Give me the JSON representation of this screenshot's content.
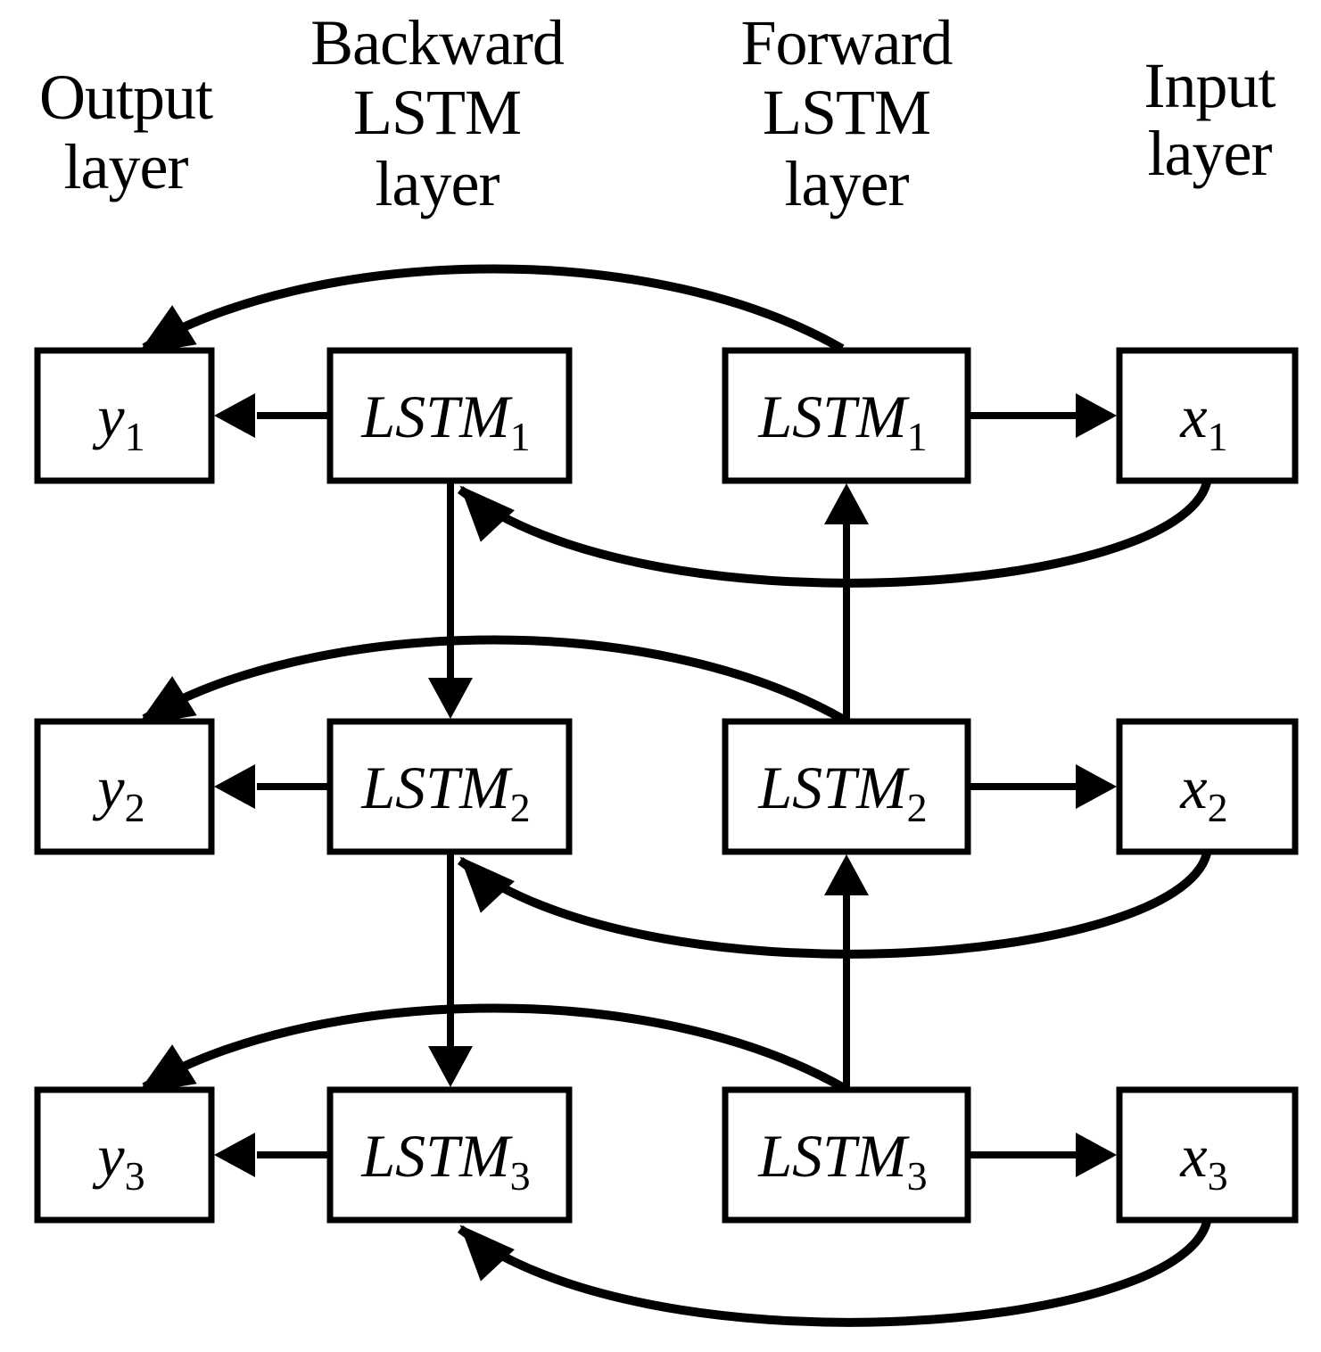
{
  "figure": {
    "kind": "bidirectional-lstm-architecture-diagram",
    "colors": {
      "ink": "#000000",
      "background": "#ffffff"
    }
  },
  "headers": {
    "output": {
      "lines": [
        "Output",
        "layer"
      ]
    },
    "backward": {
      "lines": [
        "Backward",
        "LSTM",
        "layer"
      ]
    },
    "forward": {
      "lines": [
        "Forward",
        "LSTM",
        "layer"
      ]
    },
    "input": {
      "lines": [
        "Input",
        "layer"
      ]
    }
  },
  "nodes": {
    "y1": {
      "main": "y",
      "sub": "1"
    },
    "y2": {
      "main": "y",
      "sub": "2"
    },
    "y3": {
      "main": "y",
      "sub": "3"
    },
    "blstm1": {
      "main": "LSTM",
      "sub": "1"
    },
    "blstm2": {
      "main": "LSTM",
      "sub": "2"
    },
    "blstm3": {
      "main": "LSTM",
      "sub": "3"
    },
    "flstm1": {
      "main": "LSTM",
      "sub": "1"
    },
    "flstm2": {
      "main": "LSTM",
      "sub": "2"
    },
    "flstm3": {
      "main": "LSTM",
      "sub": "3"
    },
    "x1": {
      "main": "x",
      "sub": "1"
    },
    "x2": {
      "main": "x",
      "sub": "2"
    },
    "x3": {
      "main": "x",
      "sub": "3"
    }
  },
  "edges": [
    {
      "from": "backward-lstm-1",
      "to": "y-1",
      "style": "straight-left"
    },
    {
      "from": "backward-lstm-2",
      "to": "y-2",
      "style": "straight-left"
    },
    {
      "from": "backward-lstm-3",
      "to": "y-3",
      "style": "straight-left"
    },
    {
      "from": "forward-lstm-1",
      "to": "x-1",
      "style": "straight-right"
    },
    {
      "from": "forward-lstm-2",
      "to": "x-2",
      "style": "straight-right"
    },
    {
      "from": "forward-lstm-3",
      "to": "x-3",
      "style": "straight-right"
    },
    {
      "from": "forward-lstm-1",
      "to": "y-1",
      "style": "curved"
    },
    {
      "from": "forward-lstm-2",
      "to": "y-2",
      "style": "curved"
    },
    {
      "from": "forward-lstm-3",
      "to": "y-3",
      "style": "curved"
    },
    {
      "from": "x-1",
      "to": "backward-lstm-1",
      "style": "curved"
    },
    {
      "from": "x-2",
      "to": "backward-lstm-2",
      "style": "curved"
    },
    {
      "from": "x-3",
      "to": "backward-lstm-3",
      "style": "curved"
    },
    {
      "from": "backward-lstm-1",
      "to": "backward-lstm-2",
      "style": "straight-down"
    },
    {
      "from": "backward-lstm-2",
      "to": "backward-lstm-3",
      "style": "straight-down"
    },
    {
      "from": "forward-lstm-3",
      "to": "forward-lstm-2",
      "style": "straight-up"
    },
    {
      "from": "forward-lstm-2",
      "to": "forward-lstm-1",
      "style": "straight-up"
    }
  ]
}
